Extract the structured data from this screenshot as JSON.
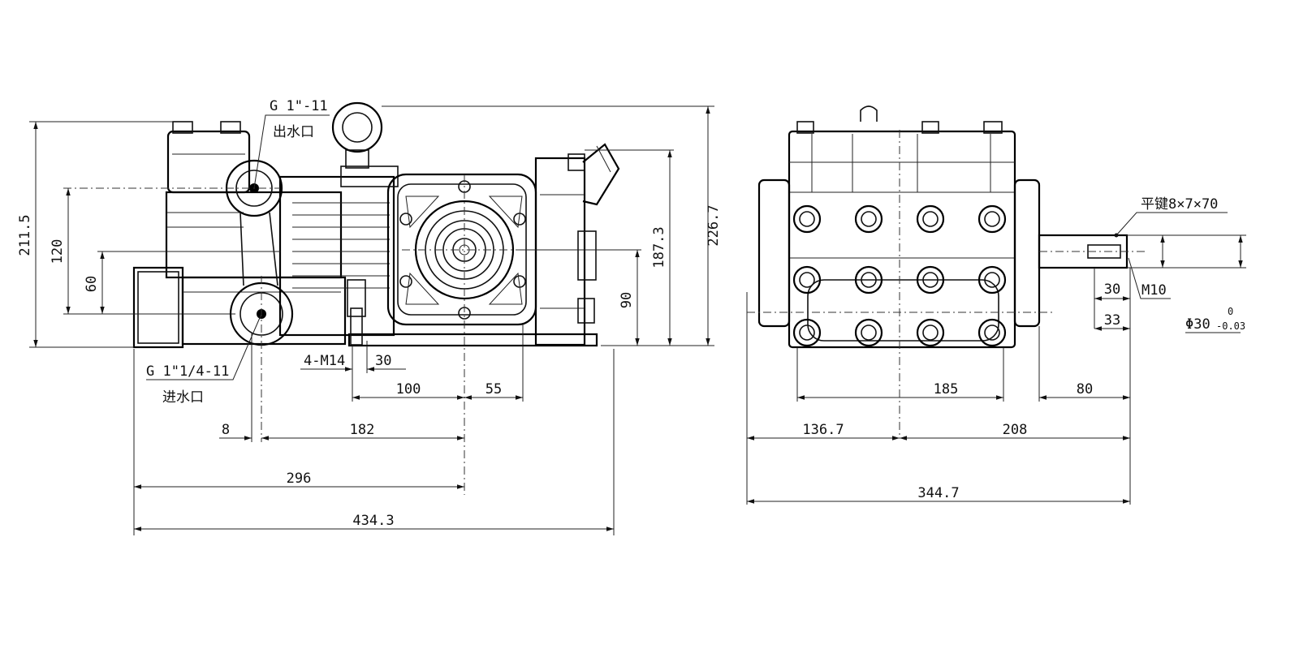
{
  "left_view": {
    "outlet_label": "G 1\"-11",
    "outlet_name": "出水口",
    "inlet_label": "G 1\"1/4-11",
    "inlet_name": "进水口",
    "mount_holes": "4-M14",
    "dims": {
      "height_total": "211.5",
      "dim_120": "120",
      "dim_60": "60",
      "height_226": "226.7",
      "height_187": "187.3",
      "dim_90": "90",
      "dim_30": "30",
      "dim_100": "100",
      "dim_55": "55",
      "dim_8": "8",
      "dim_182": "182",
      "dim_296": "296",
      "dim_434": "434.3"
    }
  },
  "right_view": {
    "key_label": "平键8×7×70",
    "thread_label": "M10",
    "shaft_diameter": "Φ30",
    "tol_upper": "0",
    "tol_lower": "-0.03",
    "dims": {
      "dim_30": "30",
      "dim_33": "33",
      "dim_185": "185",
      "dim_80": "80",
      "dim_136": "136.7",
      "dim_208": "208",
      "dim_344": "344.7"
    }
  }
}
